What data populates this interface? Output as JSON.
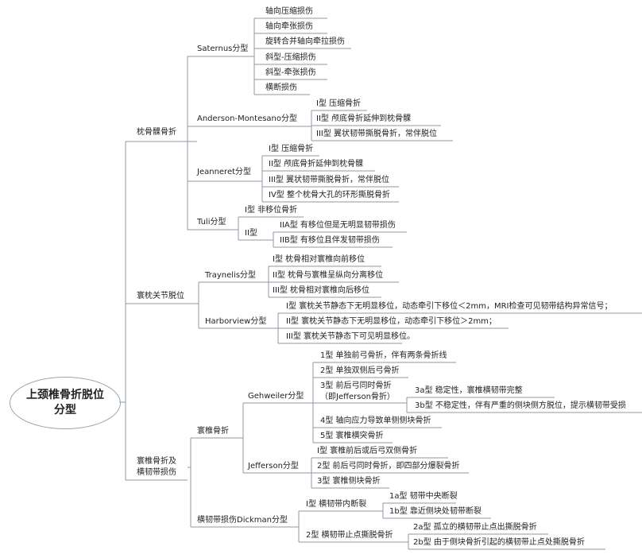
{
  "root": "上颈椎骨折脱位\n分型",
  "nodes": {
    "n1": "枕骨髁骨折",
    "n1a": "Saternus分型",
    "n1a1": "轴向压缩损伤",
    "n1a2": "轴向牵张损伤",
    "n1a3": "旋转合并轴向牵拉损伤",
    "n1a4": "斜型-压缩损伤",
    "n1a5": "斜型-牵张损伤",
    "n1a6": "横断损伤",
    "n1b": "Anderson-Montesano分型",
    "n1b1": "I型  压缩骨折",
    "n1b2": "II型  颅底骨折延伸到枕骨髁",
    "n1b3": "III型  翼状韧带撕脱骨折，常伴脱位",
    "n1c": "Jeanneret分型",
    "n1c1": "I型  压缩骨折",
    "n1c2": "II型  颅底骨折延伸到枕骨髁",
    "n1c3": "III型  翼状韧带撕脱骨折，常伴脱位",
    "n1c4": "IV型  整个枕骨大孔的环形撕脱骨折",
    "n1d": "Tuli分型",
    "n1d1": "I型  非移位骨折",
    "n1d2": "II型",
    "n1d2a": "IIA型  有移位但是无明显韧带损伤",
    "n1d2b": "IIB型  有移位且伴发韧带损伤",
    "n2": "寰枕关节脱位",
    "n2a": "Traynelis分型",
    "n2a1": "I型  枕骨相对寰椎向前移位",
    "n2a2": "II型  枕骨与寰椎呈纵向分离移位",
    "n2a3": "III型  枕骨相对寰椎向后移位",
    "n2b": "Harborview分型",
    "n2b1": "I型  寰枕关节静态下无明显移位，动态牵引下移位＜2mm，MRI检查可见韧带结构异常信号；",
    "n2b2": "II型  寰枕关节静态下无明显移位，动态牵引下移位＞2mm；",
    "n2b3": "III型  寰枕关节静态下可见明显移位。",
    "n3": "寰椎骨折及\n横韧带损伤",
    "n3a": "寰椎骨折",
    "n3a1": "Gehweiler分型",
    "n3a1a": "1型  单独前弓骨折，伴有两条骨折线",
    "n3a1b": "2型  单独双侧后弓骨折",
    "n3a1c": "3型  前后弓同时骨折\n（即Jefferson骨折）",
    "n3a1c1": "3a型  稳定性，寰椎横韧带完整",
    "n3a1c2": "3b型  不稳定性，伴有严重的侧块侧方脱位，提示横韧带受损",
    "n3a1d": "4型  轴向应力导致单侧侧块骨折",
    "n3a1e": "5型  寰椎横突骨折",
    "n3a2": "Jefferson分型",
    "n3a2a": "I型  寰椎前后或后弓双侧骨折",
    "n3a2b": "2型  前后弓同时骨折，即四部分爆裂骨折",
    "n3a2c": "3型  寰椎侧块骨折",
    "n3b": "横韧带损伤Dickman分型",
    "n3b1": "I型  横韧带内断裂",
    "n3b1a": "1a型  韧带中央断裂",
    "n3b1b": "1b型  靠近侧块处韧带断裂",
    "n3b2": "2型  横韧带止点撕脱骨折",
    "n3b2a": "2a型  孤立的横韧带止点出撕脱骨折",
    "n3b2b": "2b型  由于侧块骨折引起的横韧带止点处撕脱骨折"
  },
  "colors": {
    "line": "#8e9aa6",
    "text": "#222222",
    "ellipse": "#9aa3ad"
  }
}
